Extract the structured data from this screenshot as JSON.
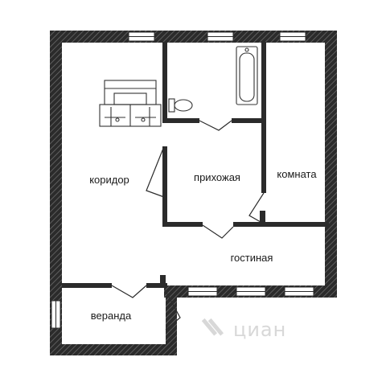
{
  "rooms": {
    "koridor": "коридор",
    "prikhozhaya": "прихожая",
    "komnata": "комната",
    "gostinaya": "гостиная",
    "veranda": "веранда"
  },
  "watermark": "циан",
  "colors": {
    "wall": "#2b2b2b",
    "wall_hatch": "#6a6a6a",
    "window": "#ffffff",
    "fixture_stroke": "#333333",
    "watermark": "#d8d8d8"
  }
}
